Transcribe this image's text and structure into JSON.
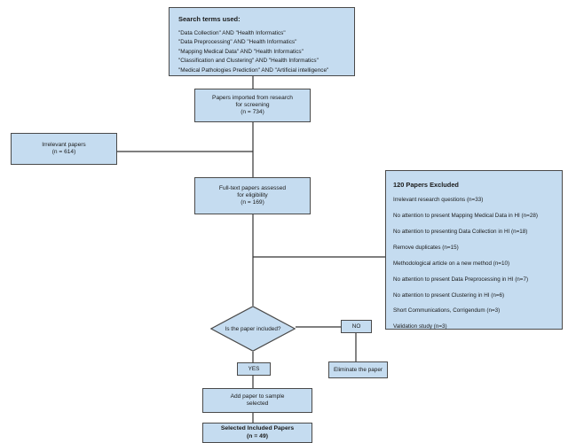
{
  "search_terms": {
    "title": "Search terms used:",
    "items": [
      "\"Data Collection\" AND \"Health Informatics\"",
      "\"Data Preprocessing\" AND \"Health Informatics\"",
      "\"Mapping Medical Data\" AND \"Health Informatics\"",
      "\"Classification and Clustering\" AND \"Health Informatics\"",
      "\"Medical Pathologies Prediction\" AND \"Artificial intelligence\""
    ]
  },
  "imported": {
    "line1": "Papers imported from research",
    "line2": "for screening",
    "line3": "(n = 734)"
  },
  "irrelevant": {
    "line1": "Irrelevant papers",
    "line2": "(n = 614)"
  },
  "fulltext": {
    "line1": "Full-text papers assessed",
    "line2": "for eligibility",
    "line3": "(n = 169)"
  },
  "exclusions": {
    "title": "120 Papers Excluded",
    "items": [
      "Irrelevant research questions (n=33)",
      "No attention to present Mapping Medical Data in HI (n=28)",
      "No attention to presenting Data Collection in HI (n=18)",
      "Remove duplicates (n=15)",
      "Methodological article on a new method (n=10)",
      "No attention to present Data Preprocessing in HI (n=7)",
      "No attention to present Clustering in HI (n=6)",
      "Short Communications, Corrigendum (n=3)",
      "Validation study (n=3)"
    ]
  },
  "decision": {
    "label": "Is the paper included?"
  },
  "branches": {
    "no_label": "NO",
    "yes_label": "YES"
  },
  "eliminate": {
    "label": "Eliminate the paper"
  },
  "add_paper": {
    "line1": "Add paper to sample",
    "line2": "selected"
  },
  "selected": {
    "line1": "Selected Included Papers",
    "line2": "(n = 49)"
  },
  "colors": {
    "node_fill": "#c5dcf0",
    "node_border": "#4a4a4a",
    "connector": "#333333",
    "background": "#ffffff"
  }
}
